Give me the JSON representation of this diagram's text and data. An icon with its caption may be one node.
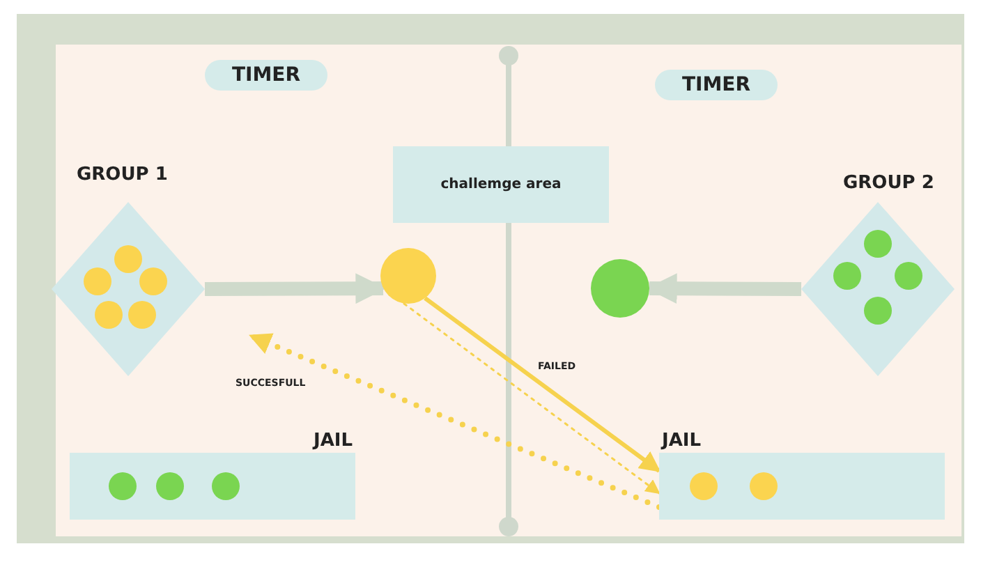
{
  "diagram": {
    "nodes": [
      {
        "text": [
          "TIMER"
        ]
      },
      {
        "text": [
          "TIMER"
        ]
      },
      {
        "text": [
          "challemge area"
        ]
      },
      {
        "text": [
          "GROUP 1"
        ]
      },
      {
        "text": [],
        "shape": "circle"
      },
      {
        "text": [],
        "shape": "circle"
      },
      {
        "text": [
          "GROUP 2"
        ]
      },
      {
        "text": [
          "JAIL"
        ]
      },
      {
        "text": [
          "JAIL"
        ]
      }
    ],
    "edges": [
      {
        "from": 3,
        "to": 4,
        "arrow": "to",
        "style": "thick",
        "color": "#cfdacb"
      },
      {
        "from": 6,
        "to": 5,
        "arrow": "to",
        "style": "thick",
        "color": "#cfdacb"
      },
      {
        "from": 4,
        "to": 8,
        "arrow": "to",
        "label": "FAILED"
      },
      {
        "from": 4,
        "to": 8,
        "arrow": "to",
        "style": "dashed"
      },
      {
        "from": 8,
        "to": null,
        "arrow": "to",
        "style": "dashed",
        "label": "SUCCESFULL"
      }
    ]
  }
}
